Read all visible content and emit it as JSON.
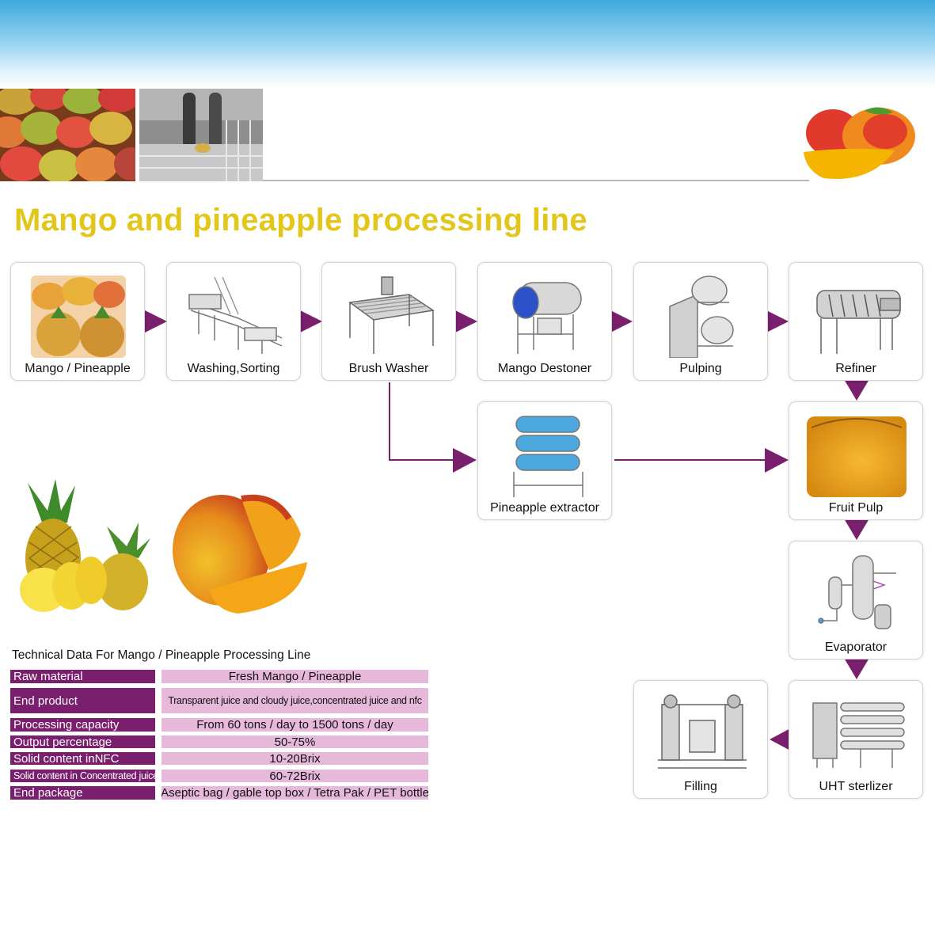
{
  "title": "Mango and pineapple processing line",
  "colors": {
    "accent_purple": "#7a1e6e",
    "title_yellow": "#e2c61c",
    "value_pink": "#e6b8d9"
  },
  "steps": [
    {
      "label": "Mango / Pineapple",
      "icon": "fruit-photo"
    },
    {
      "label": "Washing,Sorting",
      "icon": "washing-machine"
    },
    {
      "label": "Brush Washer",
      "icon": "brush-washer-machine"
    },
    {
      "label": "Mango Destoner",
      "icon": "destoner-machine"
    },
    {
      "label": "Pulping",
      "icon": "pulping-machine"
    },
    {
      "label": "Refiner",
      "icon": "refiner-machine"
    },
    {
      "label": "Pineapple extractor",
      "icon": "extractor-machine"
    },
    {
      "label": "Fruit  Pulp",
      "icon": "fruit-pulp-photo"
    },
    {
      "label": "Evaporator",
      "icon": "evaporator-machine"
    },
    {
      "label": "UHT sterlizer",
      "icon": "uht-machine"
    },
    {
      "label": "Filling",
      "icon": "filling-machine"
    }
  ],
  "technical": {
    "title": "Technical Data For Mango / Pineapple Processing Line",
    "rows": [
      {
        "label": "Raw material",
        "value": "Fresh Mango / Pineapple"
      },
      {
        "label": "End product",
        "value": "Transparent juice and cloudy juice,concentrated juice and nfc"
      },
      {
        "label": "Processing capacity",
        "value": "From 60 tons / day to 1500 tons / day"
      },
      {
        "label": "Output percentage",
        "value": "50-75%"
      },
      {
        "label": "Solid content inNFC",
        "value": "10-20Brix"
      },
      {
        "label": "Solid content in Concentrated juice",
        "value": "60-72Brix"
      },
      {
        "label": "End package",
        "value": "Aseptic bag / gable top box / Tetra Pak / PET bottle"
      }
    ]
  }
}
